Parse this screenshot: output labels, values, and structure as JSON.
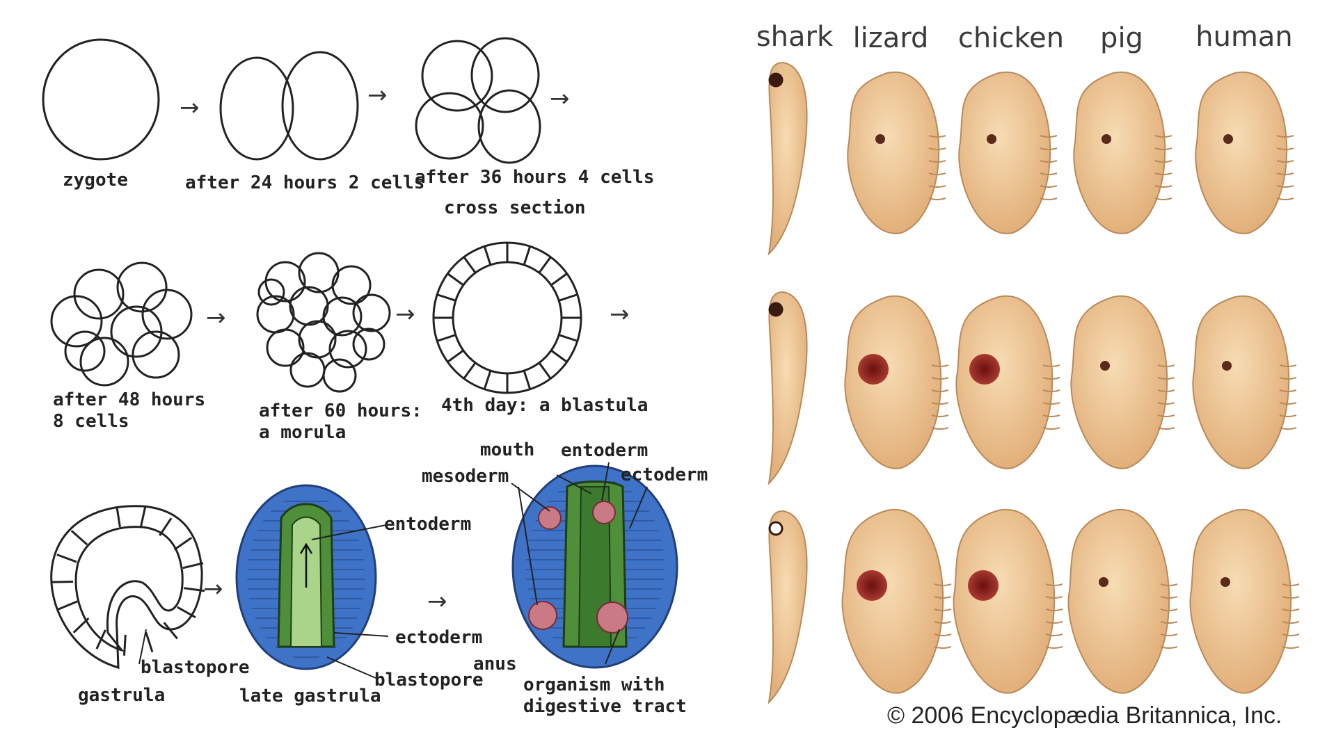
{
  "cleavage": {
    "zygote": "zygote",
    "two_cells": "after 24 hours 2 cells",
    "four_cells": "after 36 hours 4 cells",
    "cross_section": "cross section",
    "eight_cells": "after 48 hours\n8 cells",
    "morula": "after 60 hours:\na morula",
    "blastula": "4th day: a blastula"
  },
  "gastrulation": {
    "gastrula": "gastrula",
    "blastopore": "blastopore",
    "late_gastrula": "late gastrula",
    "entoderm": "entoderm",
    "ectoderm": "ectoderm",
    "blastopore_late": "blastopore",
    "mouth": "mouth",
    "entoderm_organism": "entoderm",
    "mesoderm": "mesoderm",
    "ectoderm_organism": "ectoderm",
    "anus": "anus",
    "organism": "organism with\ndigestive tract"
  },
  "comparison": {
    "species": [
      "shark",
      "lizard",
      "chicken",
      "pig",
      "human"
    ],
    "copyright": "© 2006 Encyclopædia Britannica, Inc."
  },
  "colors": {
    "ectoderm_blue": "#3f73c8",
    "entoderm_green": "#4f8f3a",
    "mesoderm_pink": "#c97a85",
    "embryo_skin": "#f0c99a"
  }
}
